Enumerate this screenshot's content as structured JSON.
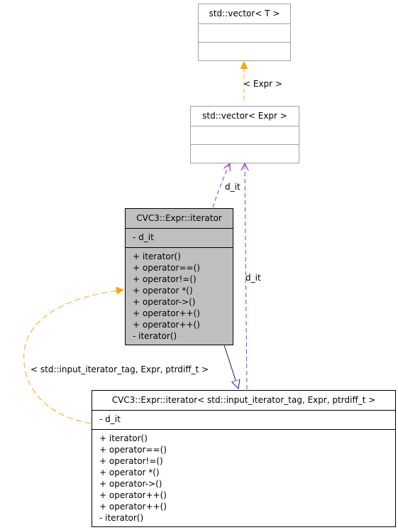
{
  "nodes": {
    "vector_T": {
      "title": "std::vector< T >",
      "attributes": [],
      "methods": []
    },
    "vector_Expr": {
      "title": "std::vector< Expr >",
      "attributes": [],
      "methods": []
    },
    "expr_iterator": {
      "title": "CVC3::Expr::iterator",
      "attributes": [
        "- d_it"
      ],
      "methods": [
        "+ iterator()",
        "+ operator==()",
        "+ operator!=()",
        "+ operator *()",
        "+ operator->()",
        "+ operator++()",
        "+ operator++()",
        "- iterator()"
      ]
    },
    "expr_iterator_tmpl": {
      "title": "CVC3::Expr::iterator< std::input_iterator_tag, Expr, ptrdiff_t >",
      "attributes": [
        "- d_it"
      ],
      "methods": [
        "+ iterator()",
        "+ operator==()",
        "+ operator!=()",
        "+ operator *()",
        "+ operator->()",
        "+ operator++()",
        "+ operator++()",
        "- iterator()"
      ]
    }
  },
  "edge_labels": {
    "template_arg": "< Expr >",
    "member_d_it_1": "d_it",
    "member_d_it_2": "d_it",
    "template_instance": "< std::input_iterator_tag, Expr, ptrdiff_t >"
  },
  "colors": {
    "template_edge": "#ffa500",
    "member_edge": "#9a32cd",
    "inherit_edge": "#191970",
    "current_fill": "#bfbfbf",
    "template_border": "#a0a0a0"
  }
}
